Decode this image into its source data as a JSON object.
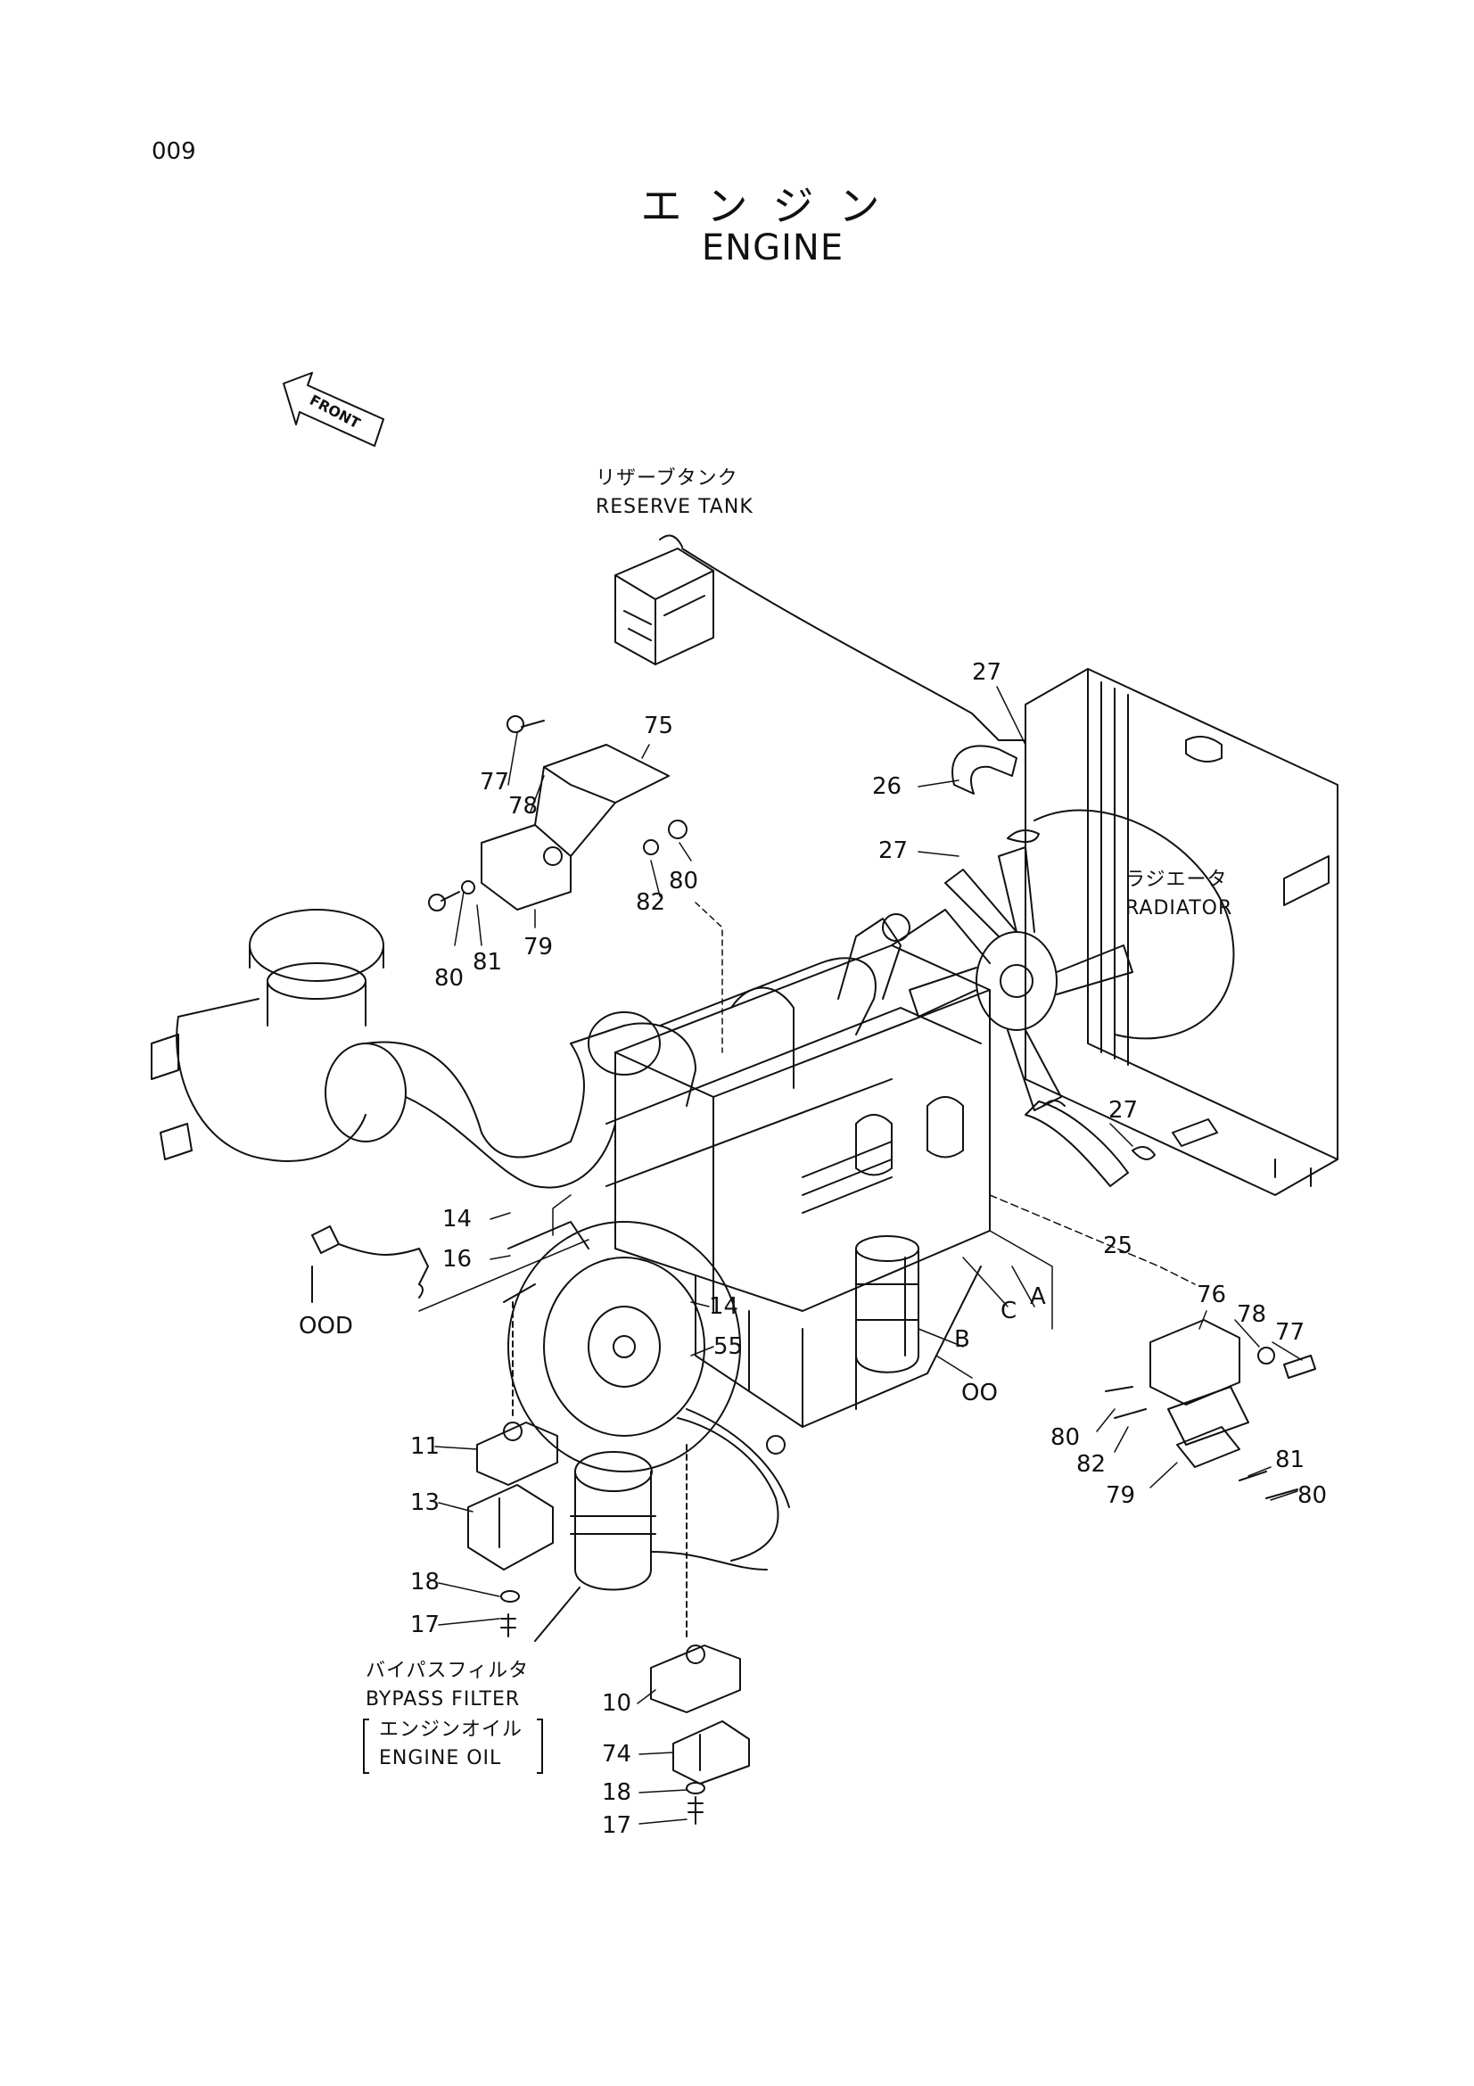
{
  "page_number": "009",
  "title_jp": "エンジン",
  "title_en": "ENGINE",
  "front_label": "FRONT",
  "captions": {
    "reserve_tank_jp": "リザーブタンク",
    "reserve_tank_en": "RESERVE TANK",
    "radiator_jp": "ラジエータ",
    "radiator_en": "RADIATOR",
    "bypass_filter_jp": "バイパスフィルタ",
    "bypass_filter_en": "BYPASS FILTER",
    "engine_oil_jp": "エンジンオイル",
    "engine_oil_en": "ENGINE OIL"
  },
  "part_labels": {
    "p27_top": "27",
    "p26": "26",
    "p27_mid": "27",
    "p75": "75",
    "p77_left": "77",
    "p78_left": "78",
    "p82_left": "82",
    "p80_left_a": "80",
    "p80_left_b": "80",
    "p81_left": "81",
    "p79_left": "79",
    "p14_upper": "14",
    "p16": "16",
    "p00D": "OOD",
    "p14_lower": "14",
    "p55": "55",
    "p27_low": "27",
    "p25": "25",
    "pC": "C",
    "pA": "A",
    "pB": "B",
    "p00": "OO",
    "p76": "76",
    "p78_right": "78",
    "p77_right": "77",
    "p80_right_a": "80",
    "p82_right": "82",
    "p79_right": "79",
    "p81_right": "81",
    "p80_right_b": "80",
    "p11": "11",
    "p13": "13",
    "p18_left": "18",
    "p17_left": "17",
    "p10": "10",
    "p74": "74",
    "p18_bottom": "18",
    "p17_bottom": "17"
  }
}
